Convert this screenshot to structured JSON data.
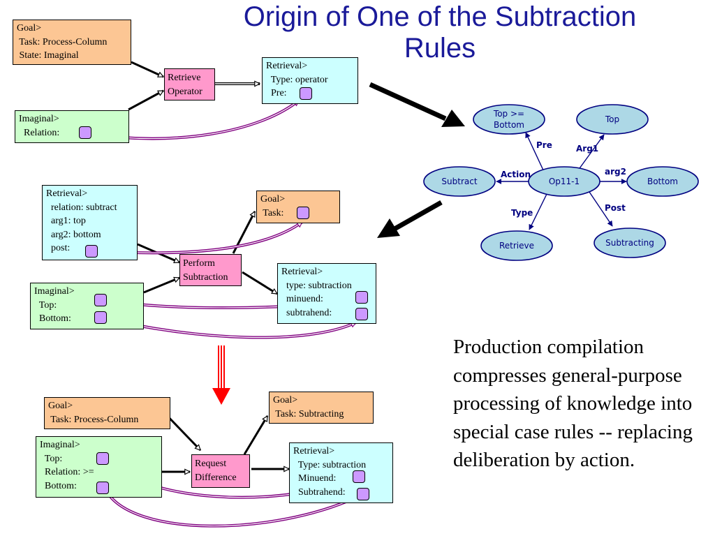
{
  "title": "Origin of One of the Subtraction Rules",
  "caption": "Production compilation compresses general-purpose processing of knowledge into special case rules -- replacing deliberation by action.",
  "colors": {
    "title": "#1a1a99",
    "goal_chunk": "#fcc694",
    "retrieval_chunk": "#ccffff",
    "imaginal_chunk": "#ccffcc",
    "action_box": "#ff99cc",
    "slot": "#cc99ff",
    "binding_arrow": "#800080",
    "network_node": "#add8e6",
    "network_border": "#000080",
    "compile_arrow": "#ff0000"
  },
  "top_panel": {
    "goal": [
      "Goal>",
      " Task: Process-Column",
      " State: Imaginal"
    ],
    "imaginal": [
      "Imaginal>",
      "  Relation:"
    ],
    "action": [
      "Retrieve",
      "Operator"
    ],
    "retrieval": [
      "Retrieval>",
      "  Type: operator",
      "  Pre:"
    ]
  },
  "operator_network": {
    "center": "Op11-1",
    "nodes": {
      "top_ge_bottom": [
        "Top >=",
        "Bottom"
      ],
      "top": "Top",
      "subtract": "Subtract",
      "bottom": "Bottom",
      "retrieve": "Retrieve",
      "subtracting": "Subtracting"
    },
    "edges": {
      "pre": "Pre",
      "arg1": "Arg1",
      "action": "Action",
      "arg2": "arg2",
      "type": "Type",
      "post": "Post"
    }
  },
  "middle_panel": {
    "retrieval": [
      "Retrieval>",
      "  relation: subtract",
      "  arg1: top",
      "  arg2: bottom",
      "  post:"
    ],
    "imaginal": [
      "Imaginal>",
      "  Top:",
      "  Bottom:"
    ],
    "goal": [
      "Goal>",
      " Task:"
    ],
    "action": [
      "Perform",
      "Subtraction"
    ],
    "retrieval_out": [
      "Retrieval>",
      "  type: subtraction",
      "  minuend:",
      "  subtrahend:"
    ]
  },
  "bottom_panel": {
    "goal": [
      "Goal>",
      " Task: Process-Column"
    ],
    "imaginal": [
      "Imaginal>",
      "  Top:",
      "  Relation: >=",
      "  Bottom:"
    ],
    "goal_out": [
      "Goal>",
      " Task: Subtracting"
    ],
    "action": [
      "Request",
      "Difference"
    ],
    "retrieval_out": [
      "Retrieval>",
      "  Type: subtraction",
      "  Minuend:",
      "  Subtrahend:"
    ]
  }
}
